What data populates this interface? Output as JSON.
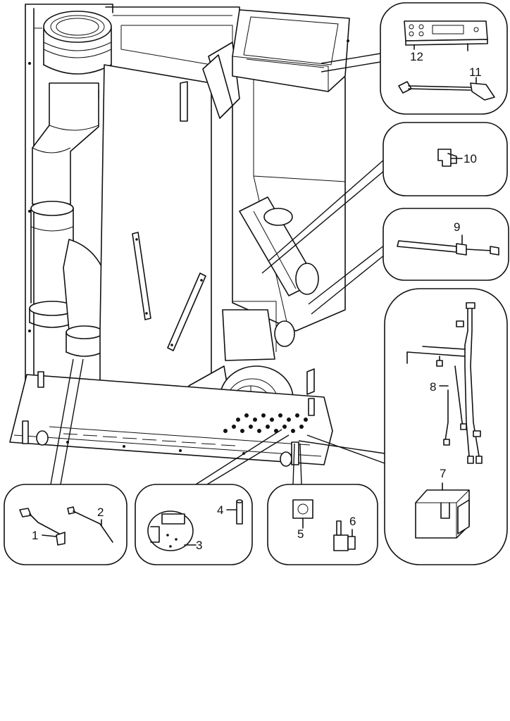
{
  "part_numbers": {
    "p1": "1",
    "p2": "2",
    "p3": "3",
    "p4": "4",
    "p5": "5",
    "p6": "6",
    "p7": "7",
    "p8": "8",
    "p9": "9",
    "p10": "10",
    "p11": "11",
    "p12": "12"
  }
}
